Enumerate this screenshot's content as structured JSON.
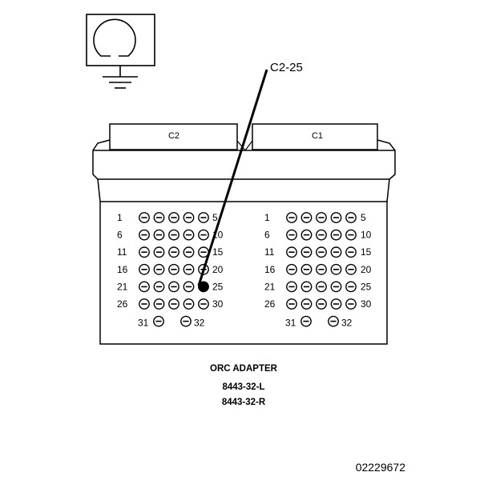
{
  "symbol": {
    "name": "ground-symbol"
  },
  "callout": {
    "label": "C2-25",
    "highlight_connector": "C2",
    "highlight_pin": 25
  },
  "connectors": [
    {
      "label": "C2"
    },
    {
      "label": "C1"
    }
  ],
  "pin_rows": [
    {
      "start": "1",
      "end": "5"
    },
    {
      "start": "6",
      "end": "10"
    },
    {
      "start": "11",
      "end": "15"
    },
    {
      "start": "16",
      "end": "20"
    },
    {
      "start": "21",
      "end": "25"
    },
    {
      "start": "26",
      "end": "30"
    }
  ],
  "extra_pins": {
    "left": "31",
    "right": "32"
  },
  "caption": {
    "title": "ORC ADAPTER",
    "part_left": "8443-32-L",
    "part_right": "8443-32-R"
  },
  "figure_id": "02229672"
}
